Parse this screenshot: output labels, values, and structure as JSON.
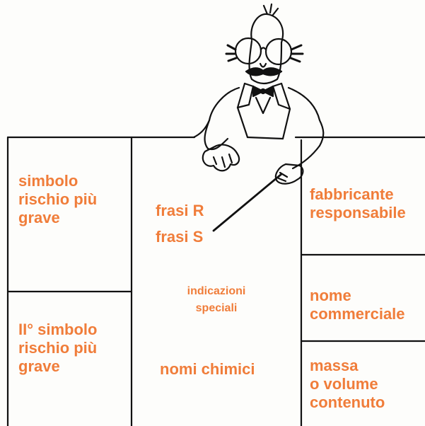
{
  "colors": {
    "label_text": "#f07d3a",
    "line": "#111111",
    "background": "#fdfdfb"
  },
  "illustration": "cartoon-scientist-with-pointer",
  "sections": {
    "left_top": [
      "simbolo",
      "rischio più",
      "grave"
    ],
    "left_bottom": [
      "II° simbolo",
      "rischio più",
      "grave"
    ],
    "center": {
      "r_phrases": "frasi R",
      "s_phrases": "frasi S",
      "special": [
        "indicazioni",
        "speciali"
      ],
      "chemical_names": "nomi chimici"
    },
    "right_top": [
      "fabbricante",
      "responsabile"
    ],
    "right_middle": [
      "nome",
      "commerciale"
    ],
    "right_bottom": [
      "massa",
      "o volume",
      "contenuto"
    ]
  }
}
